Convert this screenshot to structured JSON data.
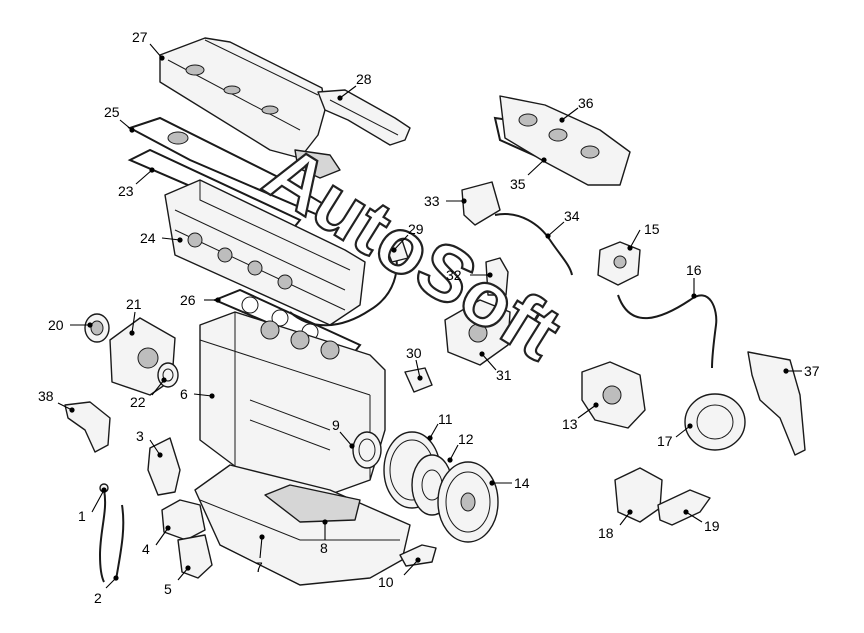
{
  "watermark": "AutoSoft",
  "callouts": [
    {
      "num": "1"
    },
    {
      "num": "2"
    },
    {
      "num": "3"
    },
    {
      "num": "4"
    },
    {
      "num": "5"
    },
    {
      "num": "6"
    },
    {
      "num": "7"
    },
    {
      "num": "8"
    },
    {
      "num": "9"
    },
    {
      "num": "10"
    },
    {
      "num": "11"
    },
    {
      "num": "12"
    },
    {
      "num": "13"
    },
    {
      "num": "14"
    },
    {
      "num": "15"
    },
    {
      "num": "16"
    },
    {
      "num": "17"
    },
    {
      "num": "18"
    },
    {
      "num": "19"
    },
    {
      "num": "20"
    },
    {
      "num": "21"
    },
    {
      "num": "22"
    },
    {
      "num": "23"
    },
    {
      "num": "24"
    },
    {
      "num": "25"
    },
    {
      "num": "26"
    },
    {
      "num": "27"
    },
    {
      "num": "28"
    },
    {
      "num": "29"
    },
    {
      "num": "30"
    },
    {
      "num": "31"
    },
    {
      "num": "32"
    },
    {
      "num": "33"
    },
    {
      "num": "34"
    },
    {
      "num": "35"
    },
    {
      "num": "36"
    },
    {
      "num": "37"
    },
    {
      "num": "38"
    }
  ]
}
